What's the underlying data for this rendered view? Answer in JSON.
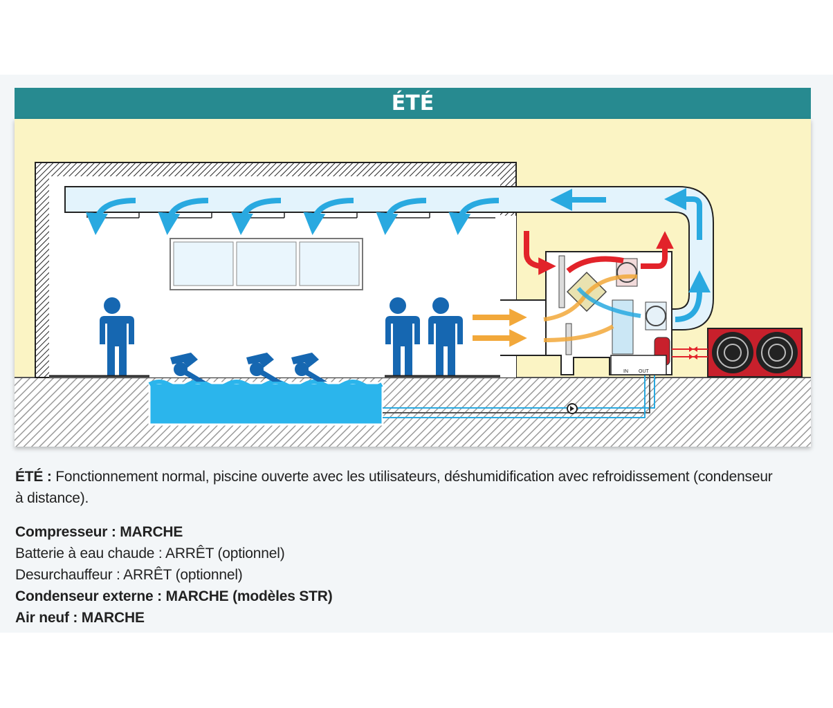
{
  "header": {
    "title": "ÉTÉ"
  },
  "description": {
    "lead": "ÉTÉ :",
    "text": " Fonctionnement normal, piscine ouverte avec les utilisateurs, déshumidification avec refroidissement (condenseur à distance)."
  },
  "status_lines": [
    {
      "text": "Compresseur : MARCHE",
      "bold": true
    },
    {
      "text": "Batterie à eau chaude : ARRÊT (optionnel)",
      "bold": false
    },
    {
      "text": "Desurchauffeur : ARRÊT (optionnel)",
      "bold": false
    },
    {
      "text": "Condenseur externe : MARCHE (modèles STR)",
      "bold": true
    },
    {
      "text": "Air neuf : MARCHE",
      "bold": true
    }
  ],
  "unit_labels": {
    "in": "IN",
    "out": "OUT"
  },
  "colors": {
    "header": "#278a90",
    "background": "#fbf4c4",
    "cold_air": "#29a9e0",
    "warm_air": "#f2a83a",
    "hot_exhaust": "#e2232a",
    "pool_water": "#2bb5ec",
    "people": "#1667b1",
    "condenser": "#c8202c"
  },
  "icons": [
    "person-icon",
    "swimmer-icon",
    "fan-icon",
    "pump-icon",
    "heat-exchanger-icon"
  ]
}
